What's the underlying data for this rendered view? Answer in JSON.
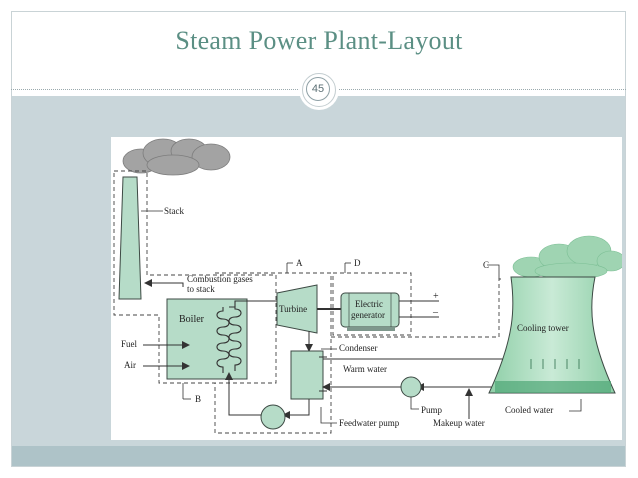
{
  "slide": {
    "title": "Steam Power Plant-Layout",
    "page_number": "45"
  },
  "diagram": {
    "labels": {
      "stack": "Stack",
      "combustion_1": "Combustion gases",
      "combustion_2": "to stack",
      "boiler": "Boiler",
      "fuel": "Fuel",
      "air": "Air",
      "b": "B",
      "a": "A",
      "d": "D",
      "c": "C",
      "turbine": "Turbine",
      "generator_1": "Electric",
      "generator_2": "generator",
      "plus": "+",
      "minus": "–",
      "condenser": "Condenser",
      "warm_water": "Warm water",
      "pump": "Pump",
      "feedwater_pump": "Feedwater pump",
      "makeup_water": "Makeup water",
      "cooled_water": "Cooled water",
      "cooling_tower": "Cooling tower"
    },
    "colors": {
      "equipment": "#b6dcc8",
      "equipment_stroke": "#3d4a44",
      "smoke": "#9a9a9a",
      "vapor": "#9fd4b2",
      "line": "#333333"
    }
  }
}
